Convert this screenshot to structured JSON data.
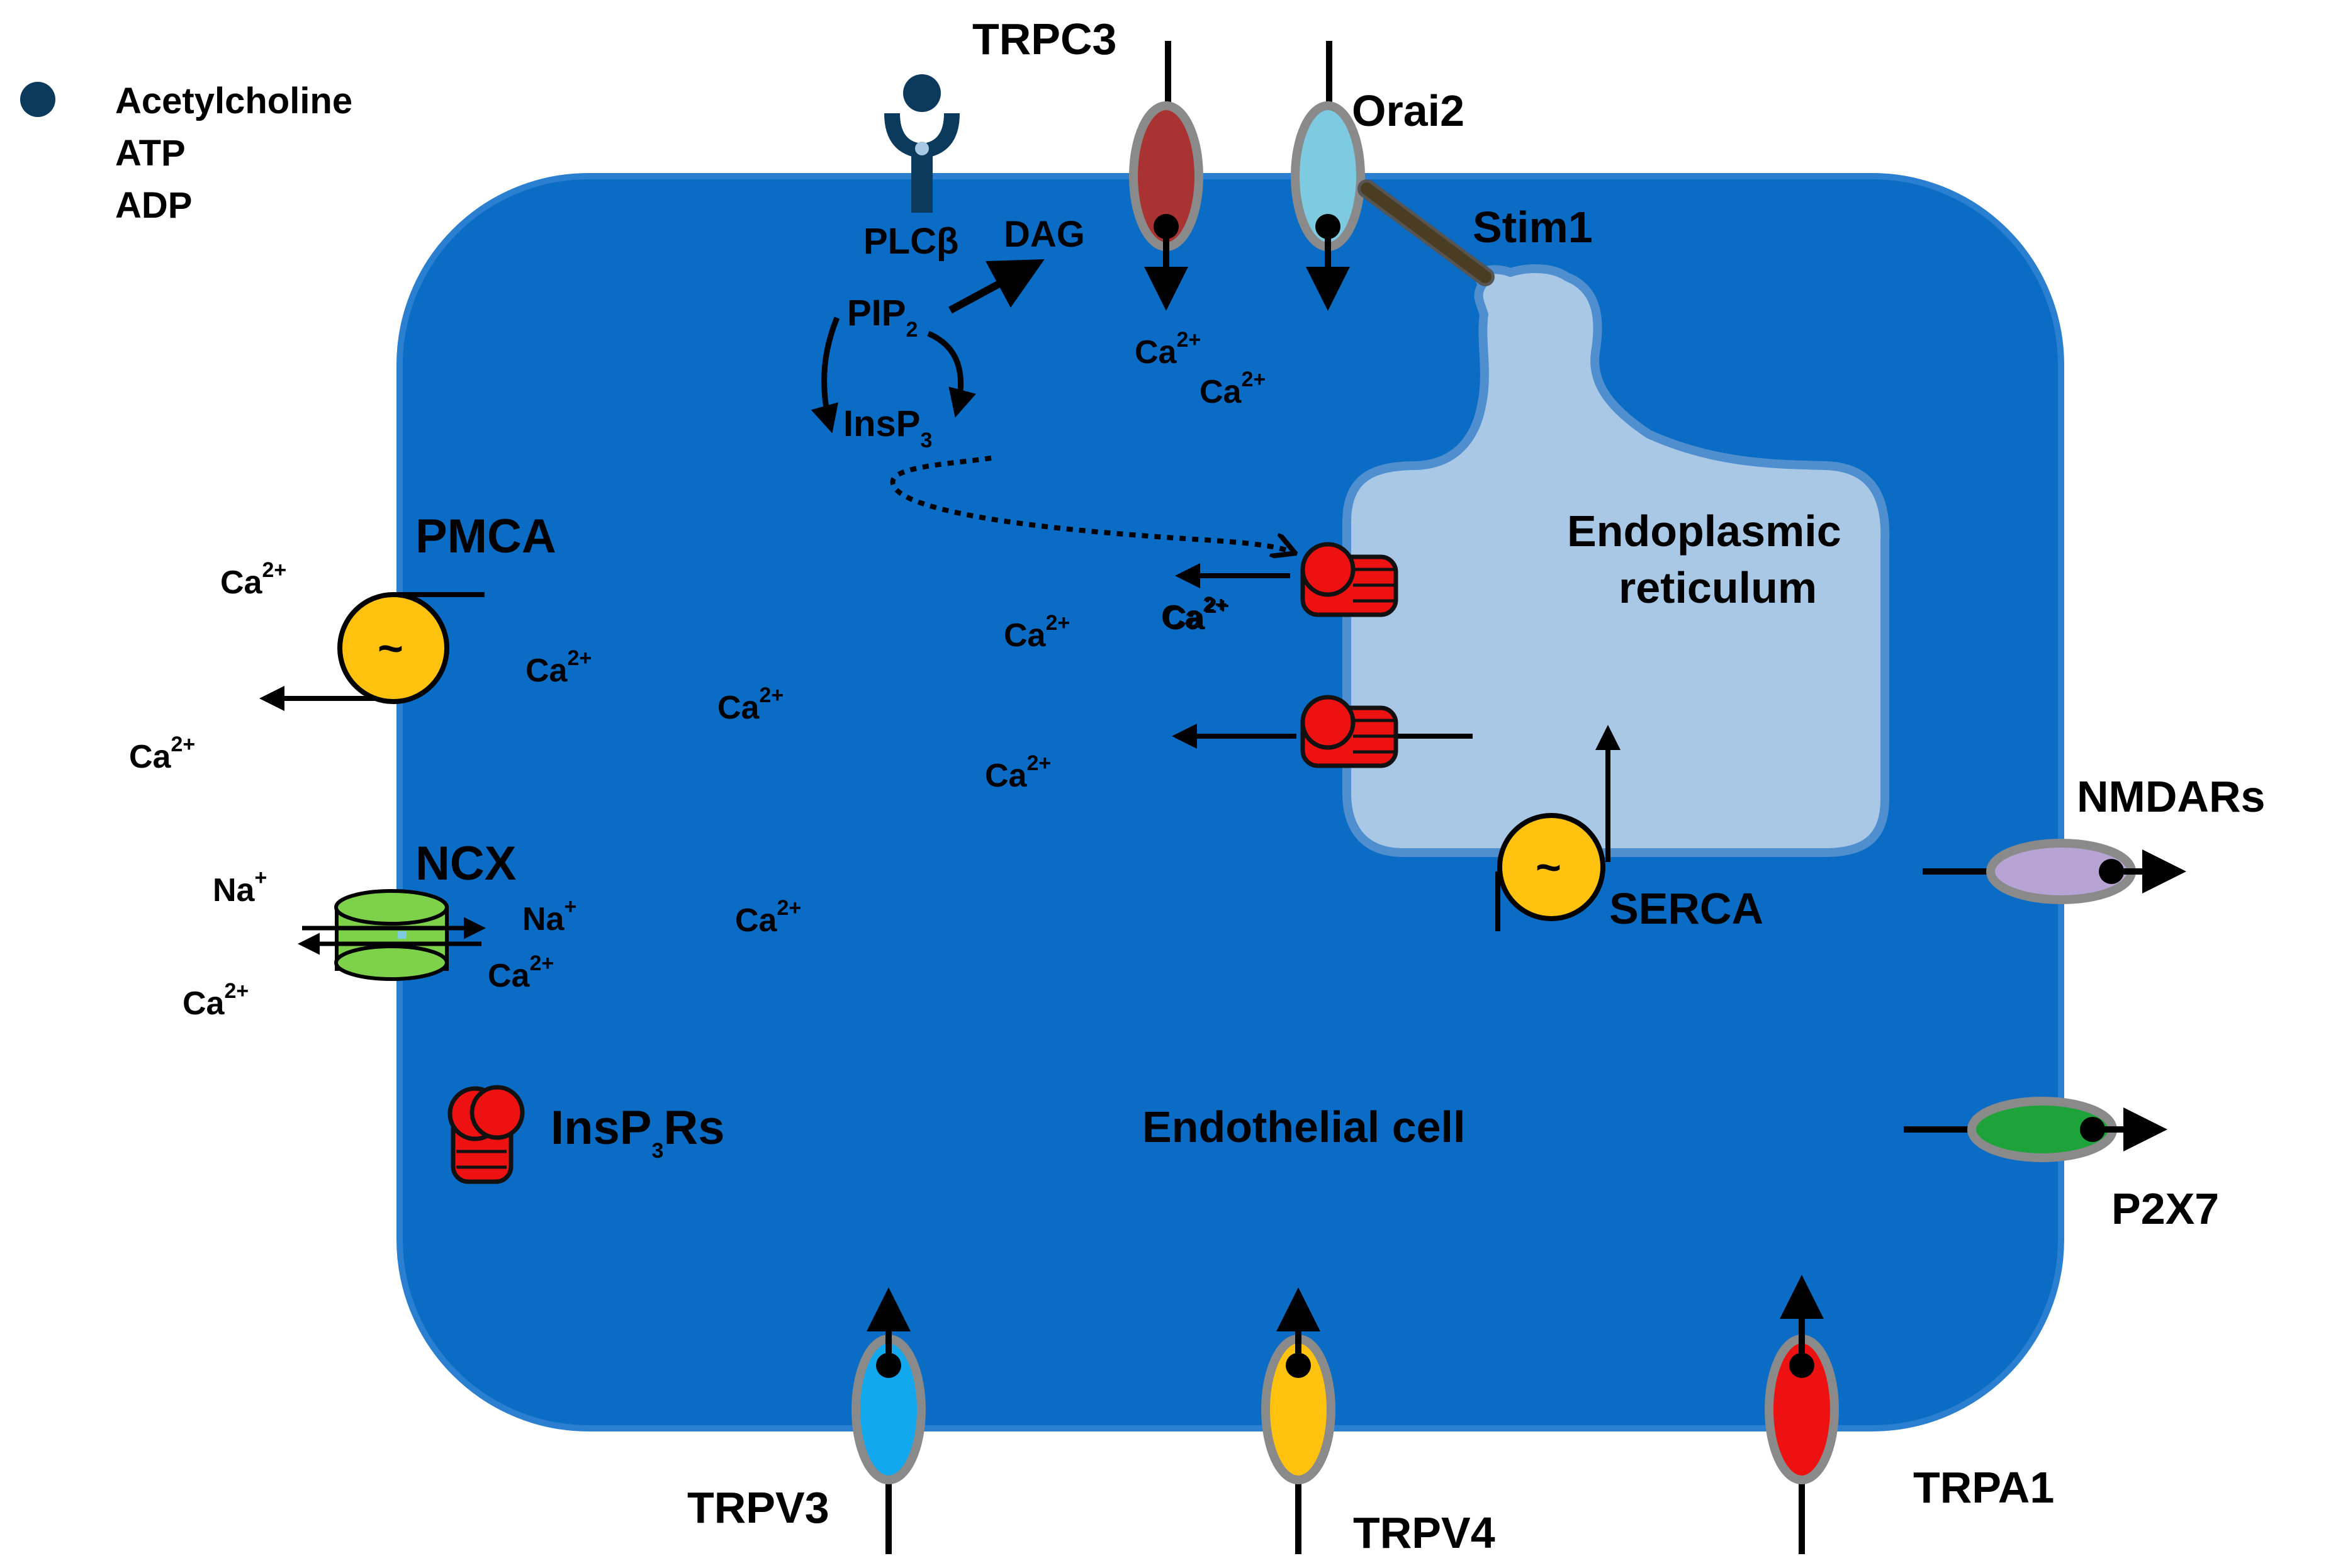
{
  "colors": {
    "cell_fill": "#0a6cc4",
    "cell_stroke": "#2a7fd0",
    "er_fill": "#a9c8e6",
    "er_stroke": "#4f8fcf",
    "agonist": "#0c3a5c",
    "trpc3": "#a93232",
    "orai2": "#7ecae0",
    "stim1": "#4a3d21",
    "insp3r": "#ee1111",
    "pump": "#ffc20e",
    "ncx": "#7ed14a",
    "nmdar": "#b7a4d4",
    "p2x7": "#1ea33a",
    "trpv3": "#11a8ee",
    "trpv4": "#ffc20e",
    "trpa1": "#ee1111",
    "channel_rim": "#8a8a8a"
  },
  "legend": {
    "agonists": [
      "Acetylcholine",
      "ATP",
      "ADP"
    ]
  },
  "labels": {
    "cell": "Endothelial cell",
    "er": [
      "Endoplasmic",
      "reticulum"
    ],
    "trpc3": "TRPC3",
    "orai2": "Orai2",
    "stim1": "Stim1",
    "plc": "PLCβ",
    "dag": "DAG",
    "pip2": "PIP",
    "pip2_sub": "2",
    "insp3": "InsP",
    "insp3_sub": "3",
    "pmca": "PMCA",
    "ncx": "NCX",
    "serca": "SERCA",
    "insp3rs_prefix": "InsP",
    "insp3rs_sub": "3",
    "insp3rs_suffix": "Rs",
    "nmdars": "NMDARs",
    "p2x7": "P2X7",
    "trpv3": "TRPV3",
    "trpv4": "TRPV4",
    "trpa1": "TRPA1",
    "pump_symbol": "~"
  },
  "ions": {
    "ca": "Ca",
    "ca_charge": "2+",
    "na": "Na",
    "na_charge": "+"
  }
}
